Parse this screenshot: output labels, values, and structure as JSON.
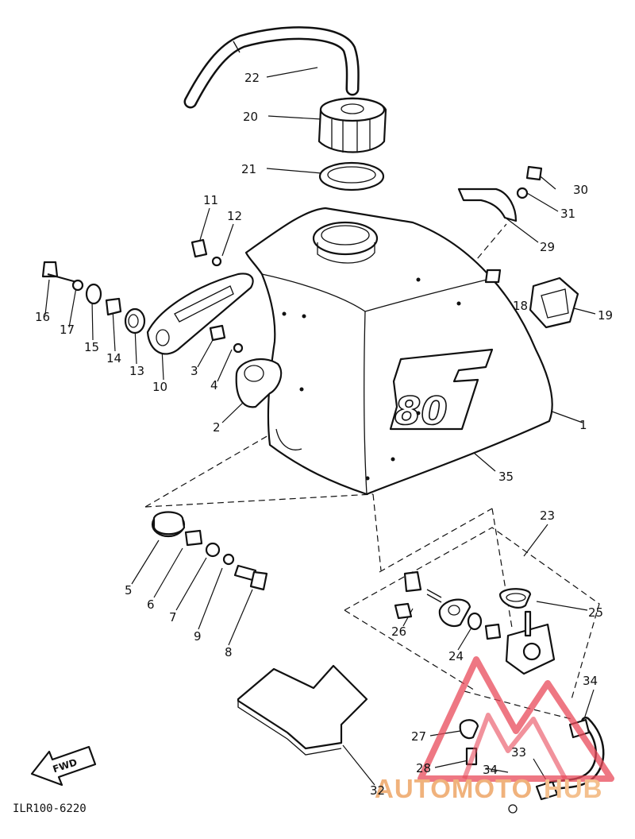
{
  "diagram": {
    "code": "ILR100-6220",
    "fwd": "FWD",
    "decal_text": "80",
    "watermark": {
      "part1": "AUTOMOTO",
      "part2": "HUB"
    },
    "callouts": [
      {
        "id": "c1",
        "text": "1"
      },
      {
        "id": "c2",
        "text": "2"
      },
      {
        "id": "c3",
        "text": "3"
      },
      {
        "id": "c4",
        "text": "4"
      },
      {
        "id": "c5",
        "text": "5"
      },
      {
        "id": "c6",
        "text": "6"
      },
      {
        "id": "c7",
        "text": "7"
      },
      {
        "id": "c8",
        "text": "8"
      },
      {
        "id": "c9",
        "text": "9"
      },
      {
        "id": "c10",
        "text": "10"
      },
      {
        "id": "c11",
        "text": "11"
      },
      {
        "id": "c12",
        "text": "12"
      },
      {
        "id": "c13",
        "text": "13"
      },
      {
        "id": "c14",
        "text": "14"
      },
      {
        "id": "c15",
        "text": "15"
      },
      {
        "id": "c16",
        "text": "16"
      },
      {
        "id": "c17",
        "text": "17"
      },
      {
        "id": "c18",
        "text": "18"
      },
      {
        "id": "c19",
        "text": "19"
      },
      {
        "id": "c20",
        "text": "20"
      },
      {
        "id": "c21",
        "text": "21"
      },
      {
        "id": "c22",
        "text": "22"
      },
      {
        "id": "c23",
        "text": "23"
      },
      {
        "id": "c24",
        "text": "24"
      },
      {
        "id": "c25",
        "text": "25"
      },
      {
        "id": "c26",
        "text": "26"
      },
      {
        "id": "c27",
        "text": "27"
      },
      {
        "id": "c28",
        "text": "28"
      },
      {
        "id": "c29",
        "text": "29"
      },
      {
        "id": "c30",
        "text": "30"
      },
      {
        "id": "c31",
        "text": "31"
      },
      {
        "id": "c32",
        "text": "32"
      },
      {
        "id": "c33",
        "text": "33"
      },
      {
        "id": "c34a",
        "text": "34"
      },
      {
        "id": "c34b",
        "text": "34"
      },
      {
        "id": "c35",
        "text": "35"
      }
    ]
  }
}
